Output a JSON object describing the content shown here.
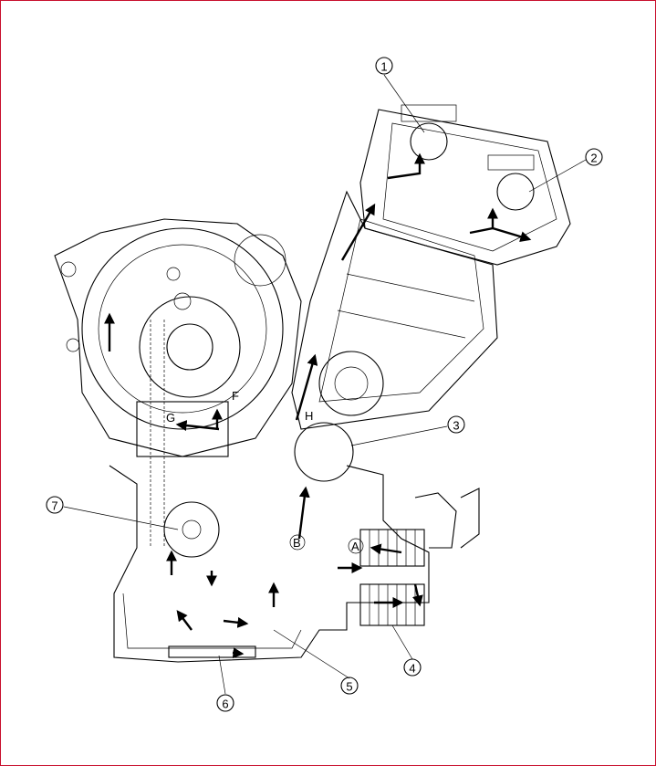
{
  "callouts": [
    "1",
    "2",
    "3",
    "4",
    "5",
    "6",
    "7"
  ],
  "point_labels": [
    "F",
    "G",
    "H",
    "A",
    "B"
  ],
  "colors": {
    "frame": "#c8102e",
    "line": "#000000",
    "background": "#ffffff"
  }
}
